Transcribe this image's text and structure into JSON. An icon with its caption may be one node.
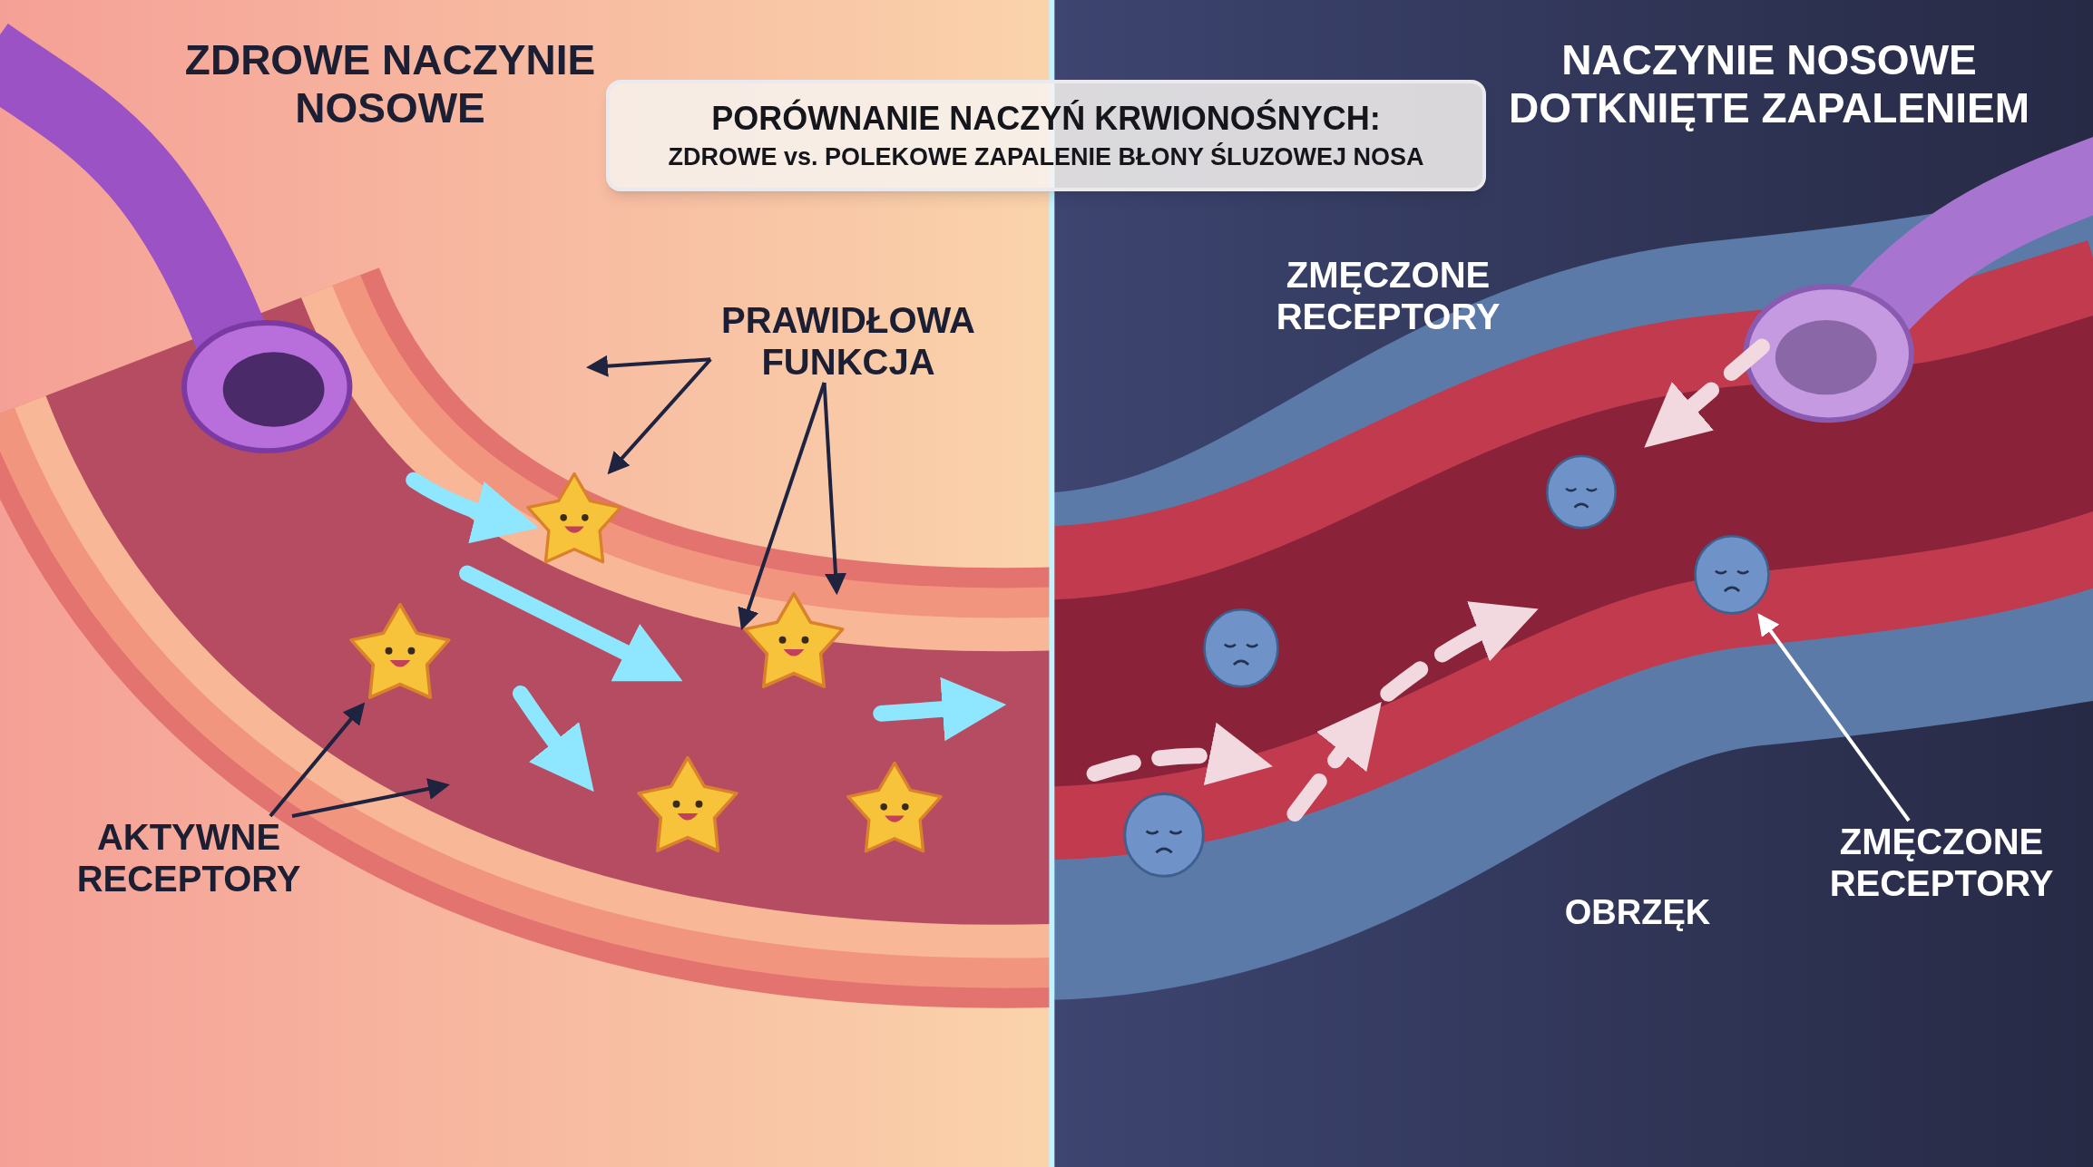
{
  "diagram": {
    "nodes": [
      {
        "text": [
          "PORÓWNANIE NACZYŃ KRWIONOŚNYCH:",
          "ZDROWE vs. POLEKOWE ZAPALENIE BŁONY ŚLUZOWEJ NOSA"
        ]
      },
      {
        "text": [
          "PRAWIDŁOWA FUNKCJA"
        ]
      },
      {
        "text": [
          "AKTYWNE RECEPTORY"
        ]
      },
      {
        "text": [
          "ZMĘCZONE RECEPTORY"
        ]
      },
      {
        "text": [],
        "shape": "star"
      },
      {
        "text": [],
        "shape": "star"
      },
      {
        "text": [],
        "shape": "star"
      },
      {
        "text": [],
        "shape": "star"
      },
      {
        "text": [],
        "shape": "star"
      },
      {
        "text": [],
        "shape": "circle"
      },
      {
        "text": [],
        "shape": "circle"
      },
      {
        "text": [],
        "shape": "circle"
      },
      {
        "text": [],
        "shape": "circle"
      }
    ],
    "edges": [
      {
        "from": 1,
        "to": null,
        "arrow": "to"
      },
      {
        "from": 1,
        "to": 5,
        "arrow": "to"
      },
      {
        "from": 1,
        "to": 7,
        "arrow": "to"
      },
      {
        "from": 1,
        "to": 7,
        "arrow": "to"
      },
      {
        "from": 2,
        "to": 4,
        "arrow": "to"
      },
      {
        "from": 2,
        "to": null,
        "arrow": "to"
      },
      {
        "from": 3,
        "to": 12,
        "arrow": "to",
        "color": "#ffffff"
      }
    ],
    "labels": [
      "ZDROWE NACZYNIE NOSOWE",
      "NACZYNIE NOSOWE DOTKNIĘTE ZAPALENIEM",
      "ZMĘCZONE RECEPTORY",
      "OBRZĘK"
    ]
  }
}
